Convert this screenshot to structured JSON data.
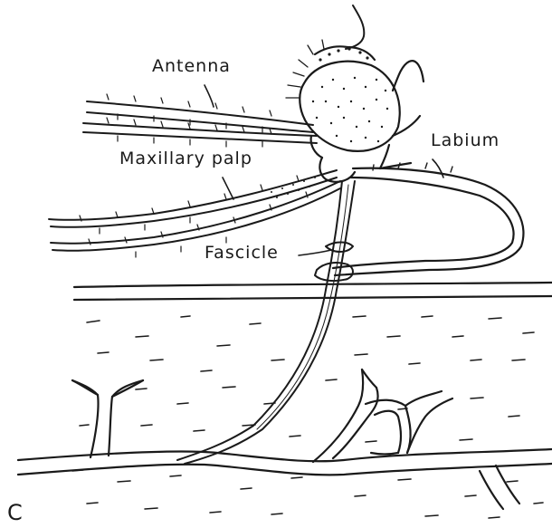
{
  "labels": {
    "antenna": "Antenna",
    "maxillary_palp": "Maxillary palp",
    "labium": "Labium",
    "fascicle": "Fascicle"
  },
  "panel_letter": "C",
  "colors": {
    "ink": "#1a1a1a",
    "background": "#ffffff"
  }
}
